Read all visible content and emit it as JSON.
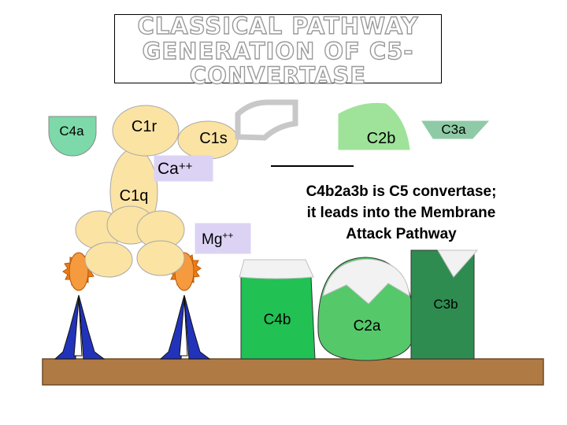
{
  "title": {
    "line1": "CLASSICAL PATHWAY",
    "line2": "GENERATION OF C5-",
    "line3": "CONVERTASE"
  },
  "labels": {
    "c4a": "C4a",
    "c1r": "C1r",
    "c1s": "C1s",
    "c2b": "C2b",
    "c3a": "C3a",
    "ca": "Ca",
    "ca_charge": "++",
    "c1q": "C1q",
    "mg": "Mg",
    "mg_charge": "++",
    "c4b": "C4b",
    "c2a": "C2a",
    "c3b": "C3b"
  },
  "note": {
    "line1": "C4b2a3b is C5 convertase;",
    "line2": "it leads into the Membrane",
    "line3": "Attack Pathway"
  },
  "colors": {
    "c4a": "#7dd9a9",
    "c1_complex": "#fbe3a3",
    "c2b": "#9fe29a",
    "c3a": "#8fcaa6",
    "ion_box": "#dcd3f4",
    "c4b": "#22c154",
    "c2a": "#55c86a",
    "c3b": "#2f8c50",
    "membrane": "#b07a45",
    "receptor_orange": "#f07b16",
    "receptor_blue": "#2233bb"
  }
}
